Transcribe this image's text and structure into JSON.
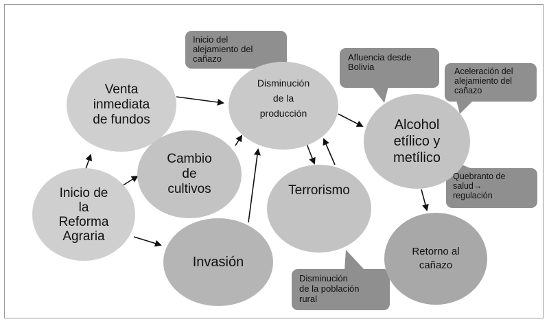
{
  "nodes": {
    "venta": "Venta\ninmediata\nde fundos",
    "cambio": "Cambio\nde\ncultivos",
    "inicio": "Inicio de\nla\nReforma\nAgraria",
    "invasion": "Invasión",
    "disminucion": "Disminución\nde la\nproducción",
    "terrorismo": "Terrorismo",
    "alcohol": "Alcohol\netílico y\nmetílico",
    "retorno": "Retorno al\ncañazo"
  },
  "callouts": {
    "inicio_alejamiento": "Inicio del\nalejamiento del\ncañazo",
    "afluencia": "Afluencia desde\nBolivia",
    "aceleracion": "Aceleración del\nalejamiento del\ncañazo",
    "quebranto": "Quebranto de\nsalud→\nregulación",
    "disminucion_poblacion": "Disminución\nde la población\nrural"
  },
  "colors": {
    "light_node": "#cfcfcf",
    "medium_node": "#bdbdbd",
    "dark_node": "#a8a8a8",
    "callout": "#8f8f8f",
    "arrow": "#111111",
    "frame": "#9a9a9a"
  }
}
